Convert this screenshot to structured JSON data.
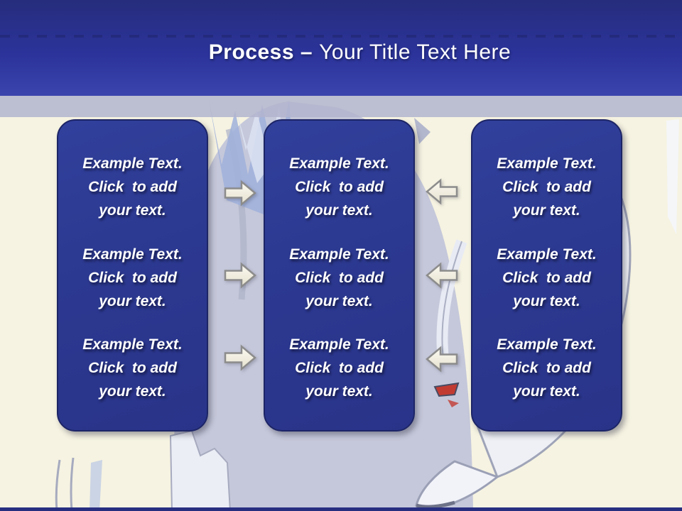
{
  "slide": {
    "title": {
      "bold_part": "Process –",
      "regular_part": "Your Title Text Here",
      "full_text": "Process – Your Title Text Here"
    },
    "background_art": "husky-wolf-illustration",
    "colors": {
      "header_top": "#262d7c",
      "header_bottom": "#3a44ac",
      "band": "#b1b4ce",
      "background": "#f6f3e2",
      "box_fill": "#2c3990",
      "box_border": "#1d2566",
      "text": "#ffffff",
      "arrow_fill": "#f5f2e4",
      "arrow_stroke": "#8c8c8c",
      "footer": "#272e80",
      "eye_accent": "#c23b32"
    }
  },
  "placeholder": "Example Text.\nClick  to add\nyour text.",
  "columns": [
    {
      "name": "left",
      "blocks": [
        "Example Text.\nClick  to add\nyour text.",
        "Example Text.\nClick  to add\nyour text.",
        "Example Text.\nClick  to add\nyour text."
      ]
    },
    {
      "name": "middle",
      "blocks": [
        "Example Text.\nClick  to add\nyour text.",
        "Example Text.\nClick  to add\nyour text.",
        "Example Text.\nClick  to add\nyour text."
      ]
    },
    {
      "name": "right",
      "blocks": [
        "Example Text.\nClick  to add\nyour text.",
        "Example Text.\nClick  to add\nyour text.",
        "Example Text.\nClick  to add\nyour text."
      ]
    }
  ],
  "connectors": {
    "left_to_middle": [
      "right-arrow",
      "right-arrow",
      "right-arrow"
    ],
    "right_to_middle": [
      "left-arrow",
      "left-arrow",
      "left-arrow"
    ]
  }
}
